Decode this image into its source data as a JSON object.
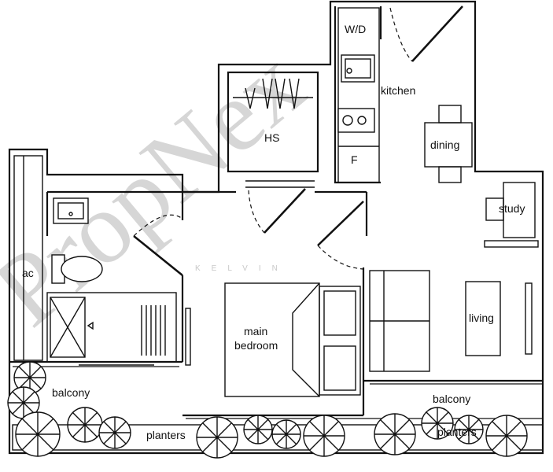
{
  "watermark": "PropNex",
  "watermark_secondary": "KELVIN",
  "rooms": {
    "wd": "W/D",
    "kitchen": "kitchen",
    "hs": "HS",
    "fridge": "F",
    "dining": "dining",
    "study": "study",
    "ac": "ac",
    "living": "living",
    "main_bedroom_line1": "main",
    "main_bedroom_line2": "bedroom",
    "balcony_left": "balcony",
    "balcony_right": "balcony",
    "planters_left": "planters",
    "planters_right": "planters"
  }
}
